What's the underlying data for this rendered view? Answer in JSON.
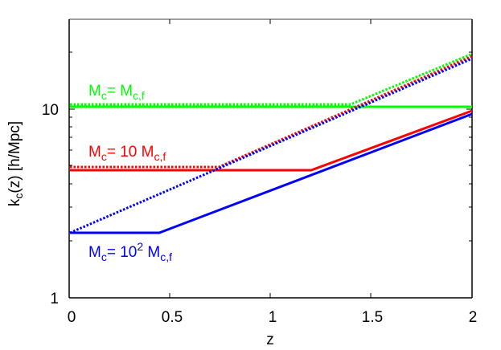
{
  "chart_data": {
    "type": "line",
    "title": "",
    "xlabel": "z",
    "ylabel": "k_c(z) [h/Mpc]",
    "xlim": [
      0,
      2
    ],
    "ylim": [
      1,
      30
    ],
    "yscale": "log",
    "grid": false,
    "legend": "inline annotations",
    "x_ticks": [
      "0",
      "0.5",
      "1",
      "1.5",
      "2"
    ],
    "y_ticks": [
      "1",
      "10"
    ],
    "series": [
      {
        "name": "M_c = M_c,f (solid)",
        "color": "#00ff00",
        "style": "solid",
        "x": [
          0,
          2
        ],
        "y": [
          10.3,
          10.3
        ]
      },
      {
        "name": "M_c = M_c,f (dotted)",
        "color": "#00ff00",
        "style": "dotted",
        "x": [
          0,
          1.39,
          2
        ],
        "y": [
          10.6,
          10.6,
          19.5
        ]
      },
      {
        "name": "M_c = 10 M_c,f (solid)",
        "color": "#ff0000",
        "style": "solid",
        "x": [
          0,
          1.2,
          2
        ],
        "y": [
          4.7,
          4.7,
          9.7
        ]
      },
      {
        "name": "M_c = 10 M_c,f (dotted)",
        "color": "#ff0000",
        "style": "dotted",
        "x": [
          0,
          0.73,
          2
        ],
        "y": [
          4.9,
          4.9,
          19.0
        ]
      },
      {
        "name": "M_c = 10^2 M_c,f (solid)",
        "color": "#0000ff",
        "style": "solid",
        "x": [
          0,
          0.44,
          2
        ],
        "y": [
          2.2,
          2.2,
          9.4
        ]
      },
      {
        "name": "M_c = 10^2 M_c,f (dotted)",
        "color": "#0000ff",
        "style": "dotted",
        "x": [
          0,
          2
        ],
        "y": [
          2.2,
          18.5
        ]
      }
    ],
    "annotations": [
      {
        "text": "M_c= M_c,f",
        "color": "#00ff00"
      },
      {
        "text": "M_c= 10 M_c,f",
        "color": "#ff0000"
      },
      {
        "text": "M_c= 10^2 M_c,f",
        "color": "#0000ff"
      }
    ]
  },
  "labels": {
    "xlabel": "z",
    "ylabel_k": "k",
    "ylabel_sub": "c",
    "ylabel_rest": "(z) [h/Mpc]",
    "xticks": [
      "0",
      "0.5",
      "1",
      "1.5",
      "2"
    ],
    "yticks": [
      "1",
      "10"
    ],
    "ann_green": {
      "m1": "M",
      "s1": "c",
      "mid": "= M",
      "s2": "c,f"
    },
    "ann_red": {
      "m1": "M",
      "s1": "c",
      "mid": "= 10 M",
      "s2": "c,f"
    },
    "ann_blue": {
      "m1": "M",
      "s1": "c",
      "mid": "= 10",
      "sup": "2",
      "mid2": " M",
      "s2": "c,f"
    }
  }
}
